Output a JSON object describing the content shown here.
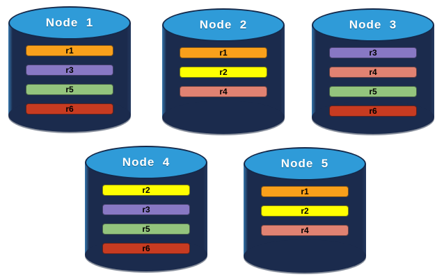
{
  "colors": {
    "background": "#FFFFFF",
    "cylinder_body": "#1B2B4D",
    "cylinder_top": "#2F9BD8",
    "cylinder_top_border": "#15294A"
  },
  "replica_colors": {
    "r1": "#F9A01B",
    "r2": "#FFFF00",
    "r3": "#8878C4",
    "r4": "#E08272",
    "r5": "#93C47D",
    "r6": "#C73B21"
  },
  "nodes": [
    {
      "label": "Node  1",
      "replicas": [
        "r1",
        "r3",
        "r5",
        "r6"
      ]
    },
    {
      "label": "Node  2",
      "replicas": [
        "r1",
        "r2",
        "r4"
      ]
    },
    {
      "label": "Node  3",
      "replicas": [
        "r3",
        "r4",
        "r5",
        "r6"
      ]
    },
    {
      "label": "Node  4",
      "replicas": [
        "r2",
        "r3",
        "r5",
        "r6"
      ]
    },
    {
      "label": "Node  5",
      "replicas": [
        "r1",
        "r2",
        "r4"
      ]
    }
  ]
}
